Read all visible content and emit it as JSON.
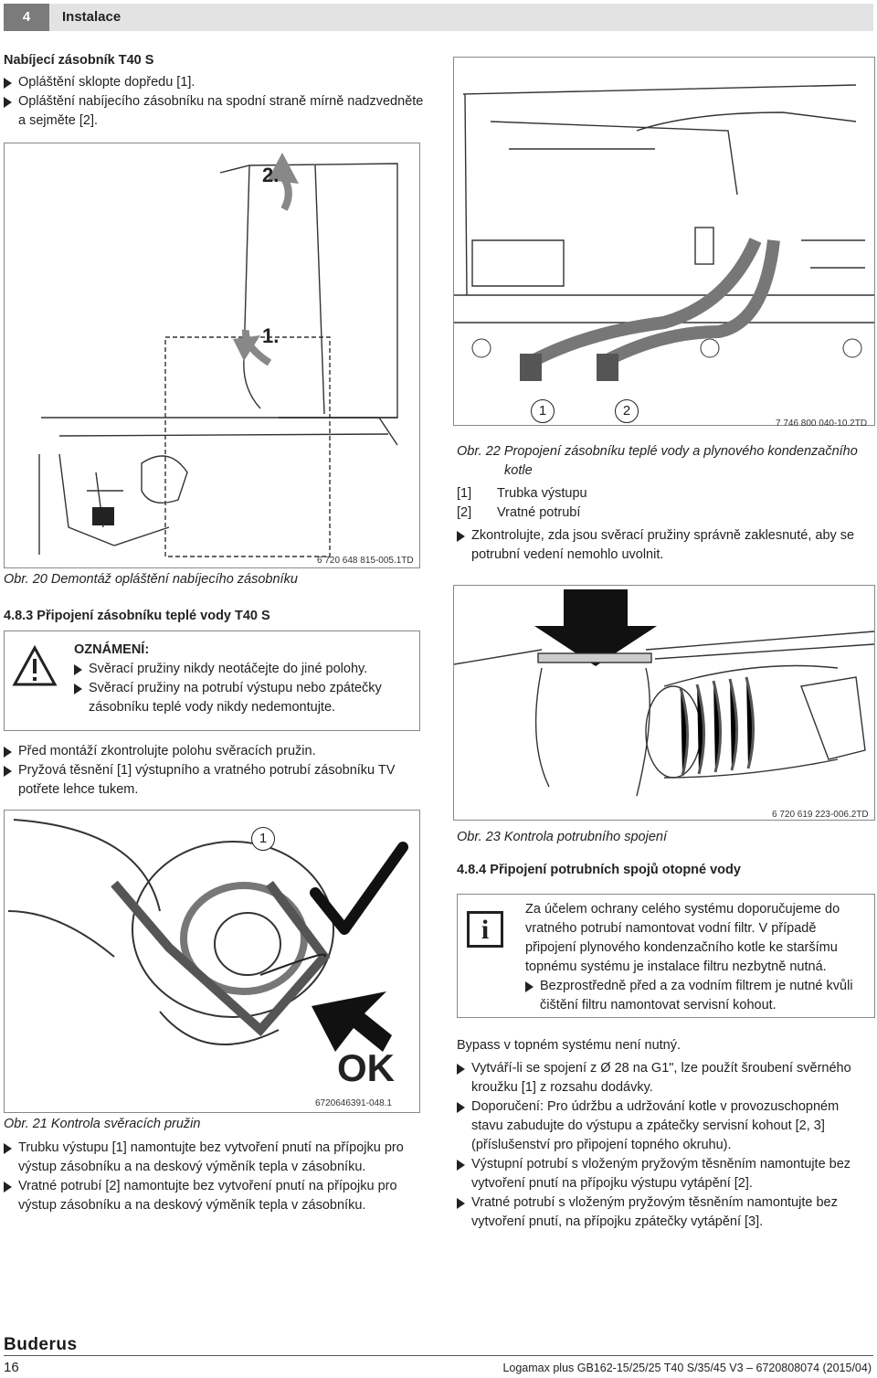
{
  "header": {
    "chapter_number": "4",
    "chapter_title": "Instalace"
  },
  "section_tank": {
    "title": "Nabíjecí zásobník T40 S",
    "steps": [
      "Opláštění sklopte dopředu [1].",
      "Opláštění nabíjecího zásobníku na spodní straně mírně nadzvedněte a sejměte [2]."
    ]
  },
  "fig20": {
    "label_top": "2.",
    "label_bottom": "1.",
    "code": "6 720 648 815-005.1TD",
    "caption": "Obr. 20 Demontáž opláštění nabíjecího zásobníku"
  },
  "fig22": {
    "markers": [
      "1",
      "2"
    ],
    "code": "7 746 800 040-10.2TD",
    "caption": "Obr. 22 Propojení zásobníku teplé vody a plynového kondenzačního kotle",
    "refs": [
      {
        "num": "[1]",
        "text": "Trubka výstupu"
      },
      {
        "num": "[2]",
        "text": "Vratné potrubí"
      }
    ],
    "step": "Zkontrolujte, zda jsou svěrací pružiny správně zaklesnuté, aby se potrubní vedení nemohlo uvolnit."
  },
  "section_483": {
    "title": "4.8.3  Připojení zásobníku teplé vody T40 S",
    "notice_title": "OZNÁMENÍ:",
    "notice_items": [
      "Svěrací pružiny nikdy neotáčejte do jiné polohy.",
      "Svěrací pružiny na potrubí výstupu nebo zpátečky zásobníku teplé vody nikdy nedemontujte."
    ],
    "steps": [
      "Před montáží zkontrolujte polohu svěracích pružin.",
      "Pryžová těsnění [1] výstupního a vratného potrubí zásobníku TV potřete lehce tukem."
    ]
  },
  "fig21": {
    "marker": "1",
    "ok": "OK",
    "code": "6720646391-048.1",
    "caption": "Obr. 21 Kontrola svěracích pružin",
    "steps": [
      "Trubku výstupu [1] namontujte bez vytvoření pnutí na přípojku pro výstup zásobníku a na deskový výměník tepla v zásobníku.",
      "Vratné potrubí [2] namontujte bez vytvoření pnutí na přípojku pro výstup zásobníku a na deskový výměník tepla v zásobníku."
    ]
  },
  "fig23": {
    "code": "6 720 619 223-006.2TD",
    "caption": "Obr. 23 Kontrola potrubního spojení"
  },
  "section_484": {
    "title": "4.8.4  Připojení potrubních spojů otopné vody",
    "info_text": "Za účelem ochrany celého systému doporučujeme do vratného potrubí namontovat vodní filtr. V případě připojení plynového kondenzačního kotle ke staršímu topnému systému je instalace filtru nezbytně nutná.",
    "info_step": "Bezprostředně před a za vodním filtrem je nutné kvůli čištění filtru namontovat servisní kohout.",
    "bypass": "Bypass v topném systému není nutný.",
    "steps": [
      "Vytváří-li se spojení z Ø 28 na G1\", lze použít šroubení svěrného kroužku [1] z rozsahu dodávky.",
      "Doporučení: Pro údržbu a udržování kotle v provozuschopném stavu zabudujte do výstupu a zpátečky servisní kohout [2, 3] (příslušenství pro připojení topného okruhu).",
      "Výstupní potrubí s vloženým pryžovým těsněním namontujte bez vytvoření pnutí na přípojku výstupu vytápění [2].",
      "Vratné potrubí s vloženým pryžovým těsněním namontujte bez vytvoření pnutí, na přípojku zpátečky vytápění [3]."
    ]
  },
  "footer": {
    "brand": "Buderus",
    "page": "16",
    "doc": "Logamax plus GB162-15/25/25 T40 S/35/45 V3 – 6720808074 (2015/04)"
  }
}
